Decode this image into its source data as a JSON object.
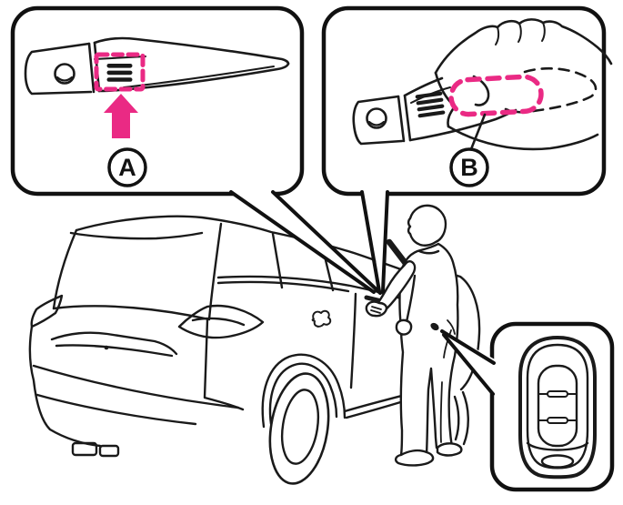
{
  "figure": {
    "palette": {
      "line": "#1a1a1a",
      "box_border": "#111111",
      "accent_pink": "#ea2a84",
      "background": "#ffffff"
    },
    "callout_a": {
      "label": "A",
      "icon": "door-handle-lock-sensor-icon",
      "highlight_style": "pink-dashed-rectangle",
      "pointer": "pink-up-arrow",
      "sensor_rib_count": 3
    },
    "callout_b": {
      "label": "B",
      "icon": "hand-gripping-door-handle-icon",
      "highlight_style": "pink-dashed-capsule",
      "hidden_part_style": "black-dashed-outline",
      "sensor_rib_count": 4
    },
    "key_fob": {
      "icon": "smart-key-fob-icon",
      "button_count": 2,
      "pointer_target": "dot-at-person-hip-pocket"
    },
    "scene": {
      "vehicle": "suv-rear-three-quarter-outline",
      "person": "person-standing-at-front-door-touching-handle",
      "key_location_marker": "black-dot-at-hip"
    }
  }
}
